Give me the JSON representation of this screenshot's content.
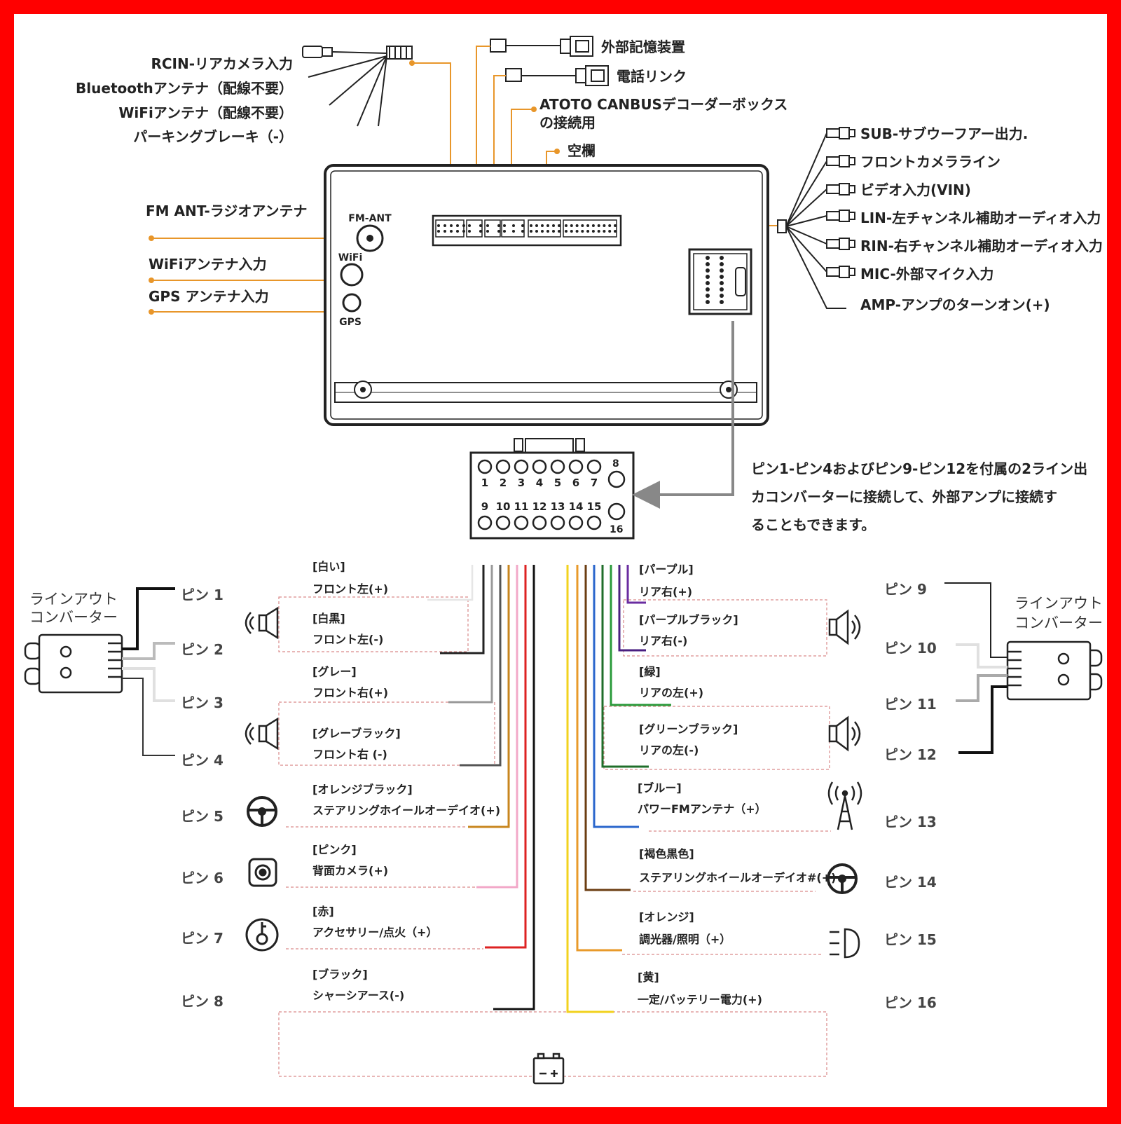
{
  "colors": {
    "frame": "#ff0000",
    "background": "#ffffff",
    "line": "#222222",
    "orange_leader": "#e8962a",
    "dashed_box": "#d98a8a",
    "arrow": "#888888"
  },
  "top_labels": {
    "rcin": "RCIN-リアカメラ入力",
    "bluetooth": "Bluetoothアンテナ（配線不要）",
    "wifi_ant": "WiFiアンテナ（配線不要）",
    "parking": "パーキングブレーキ（-）",
    "usb1": "外部記憶装置",
    "usb2": "電話リンク",
    "canbus_1": "ATOTO CANBUSデコーダーボックス",
    "canbus_2": "の接続用",
    "blank": "空欄",
    "fm_ant": "FM ANT-ラジオアンテナ",
    "wifi_in": "WiFiアンテナ入力",
    "gps_in": "GPS アンテナ入力"
  },
  "unit_labels": {
    "fm": "FM-ANT",
    "wifi": "WiFi",
    "gps": "GPS"
  },
  "right_labels": [
    "SUB-サブウーフアー出力.",
    "フロントカメラライン",
    "ビデオ入力(VIN)",
    "LIN-左チャンネル補助オーディオ入力",
    "RIN-右チャンネル補助オーディオ入力",
    "MIC-外部マイク入力",
    "AMP-アンプのターンオン(+)"
  ],
  "connector": {
    "top_pins": [
      "1",
      "2",
      "3",
      "4",
      "5",
      "6",
      "7"
    ],
    "pin8": "8",
    "bottom_pins": [
      "9",
      "10",
      "11",
      "12",
      "13",
      "14",
      "15"
    ],
    "pin16": "16"
  },
  "note": [
    "ピン1-ピン4およびピン9-ピン12を付属の2ライン出",
    "カコンバーターに接続して、外部アンプに接続す",
    "ることもできます。"
  ],
  "converter_label": [
    "ラインアウト",
    "コンバーター"
  ],
  "left_pins": [
    "ピン 1",
    "ピン 2",
    "ピン 3",
    "ピン 4",
    "ピン 5",
    "ピン 6",
    "ピン 7",
    "ピン 8"
  ],
  "right_pins": [
    "ピン 9",
    "ピン 10",
    "ピン 11",
    "ピン 12",
    "ピン 13",
    "ピン 14",
    "ピン 15",
    "ピン 16"
  ],
  "left_wires": [
    {
      "color_name": "[白い]",
      "desc": "フロント左(+)",
      "hex": "#e6e6e6"
    },
    {
      "color_name": "[白黒]",
      "desc": "フロント左(-)",
      "hex": "#222222"
    },
    {
      "color_name": "[グレー]",
      "desc": "フロント右(+)",
      "hex": "#999999"
    },
    {
      "color_name": "[グレーブラック]",
      "desc": "フロント右 (-)",
      "hex": "#555555"
    },
    {
      "color_name": "[オレンジブラック]",
      "desc": "ステアリングホイールオーデイオ(+)",
      "hex": "#c8861e"
    },
    {
      "color_name": "[ピンク]",
      "desc": "背面カメラ(+)",
      "hex": "#f2a8c8"
    },
    {
      "color_name": "[赤]",
      "desc": "アクセサリー/点火（+）",
      "hex": "#dd2222"
    },
    {
      "color_name": "[ブラック]",
      "desc": "シャーシアース(-)",
      "hex": "#111111"
    }
  ],
  "right_wires": [
    {
      "color_name": "[パープル]",
      "desc": "リア右(+)",
      "hex": "#6a2ca0"
    },
    {
      "color_name": "[パープルブラック]",
      "desc": "リア右(-)",
      "hex": "#4a1f80"
    },
    {
      "color_name": "[緑]",
      "desc": "リアの左(+)",
      "hex": "#2a9a3a"
    },
    {
      "color_name": "[グリーンブラック]",
      "desc": "リアの左(-)",
      "hex": "#1f6e2a"
    },
    {
      "color_name": "[ブルー]",
      "desc": "パワーFMアンテナ（+）",
      "hex": "#2a66cc"
    },
    {
      "color_name": "[褐色黒色]",
      "desc": "ステアリングホイールオーデイオ#(+)",
      "hex": "#6b3d12"
    },
    {
      "color_name": "[オレンジ]",
      "desc": "調光器/照明（+）",
      "hex": "#e89a2a"
    },
    {
      "color_name": "[黄]",
      "desc": "一定/バッテリー電力(+)",
      "hex": "#f2d21e"
    }
  ],
  "icons": {
    "left": [
      "speaker-icon",
      "speaker-icon",
      "steering-wheel-icon",
      "camera-icon",
      "ignition-key-icon"
    ],
    "right": [
      "speaker-icon",
      "speaker-icon",
      "antenna-tower-icon",
      "steering-wheel-icon",
      "headlight-icon"
    ],
    "bottom": "battery-icon"
  }
}
